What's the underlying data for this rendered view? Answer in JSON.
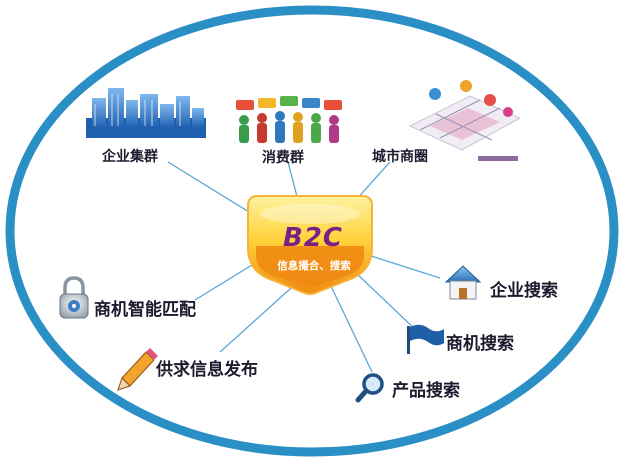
{
  "center": {
    "title": "B2C",
    "subtitle": "信息撮合、搜索"
  },
  "nodes": {
    "enterprise_cluster": "企业集群",
    "consumer_group": "消费群",
    "city_business_circle": "城市商圈",
    "enterprise_search": "企业搜索",
    "business_search": "商机搜索",
    "product_search": "产品搜索",
    "supply_demand_publish": "供求信息发布",
    "business_match": "商机智能匹配"
  },
  "icons": {
    "enterprise_cluster": "buildings-icon",
    "consumer_group": "people-speech-bubbles-icon",
    "city_business_circle": "city-map-icon",
    "enterprise_search": "house-icon",
    "business_search": "flag-icon",
    "product_search": "magnifier-icon",
    "supply_demand_publish": "pencil-icon",
    "business_match": "padlock-icon"
  },
  "colors": {
    "ellipse": "#2a8fc4",
    "connector": "#5aa8d8",
    "badge_orange": "#f29a1a",
    "badge_yellow": "#ffd84a",
    "title_purple": "#7a1f86"
  }
}
